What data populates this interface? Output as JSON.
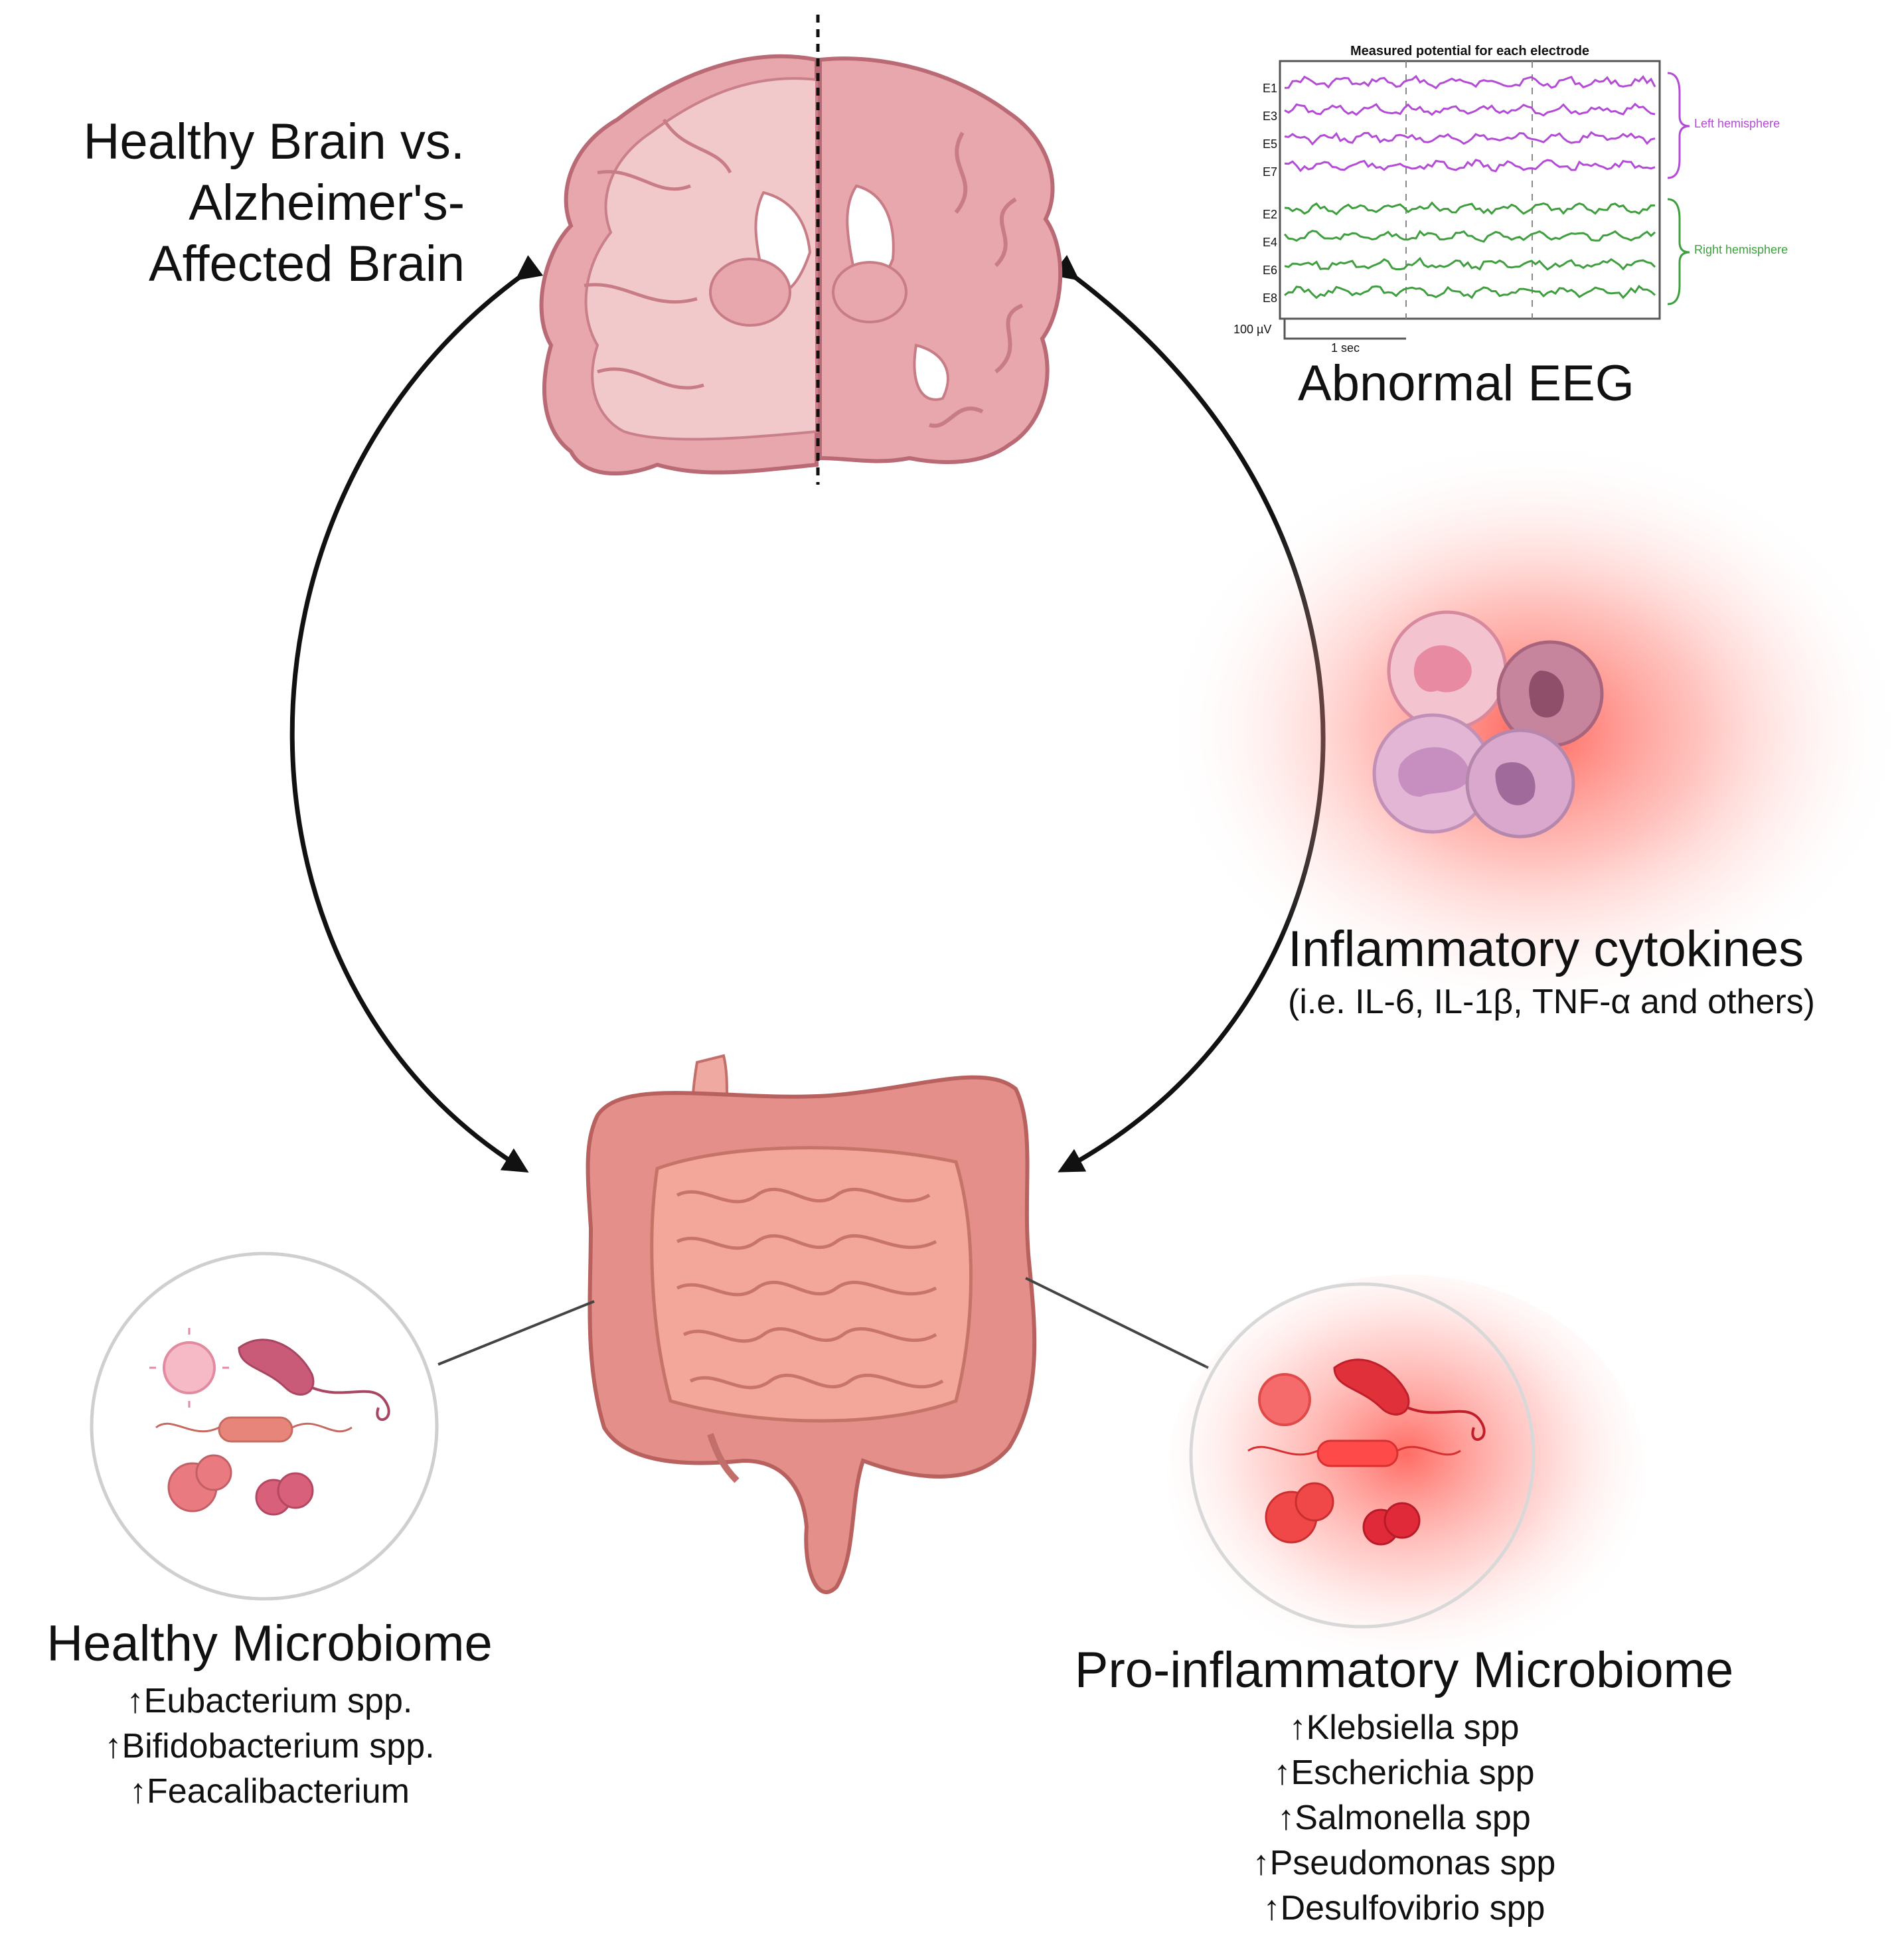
{
  "brain": {
    "title_lines": [
      "Healthy Brain vs.",
      "Alzheimer's-",
      "Affected Brain"
    ]
  },
  "eeg": {
    "chart_title": "Measured potential for each electrode",
    "label": "Abnormal EEG",
    "left_channels": [
      "E1",
      "E3",
      "E5",
      "E7"
    ],
    "right_channels": [
      "E2",
      "E4",
      "E6",
      "E8"
    ],
    "left_hemisphere_label": "Left hemisphere",
    "right_hemisphere_label": "Right hemisphere",
    "amplitude_scale": "100 µV",
    "time_scale": "1 sec",
    "colors": {
      "left": "#b44bd6",
      "right": "#3f9f3f"
    }
  },
  "cytokines": {
    "title": "Inflammatory cytokines",
    "subtitle": "(i.e. IL-6, IL-1β, TNF-α and others)"
  },
  "healthy_microbiome": {
    "title": "Healthy Microbiome",
    "taxa": [
      "Eubacterium spp.",
      "Bifidobacterium spp.",
      "Feacalibacterium"
    ],
    "arrow": "↑"
  },
  "proinflammatory_microbiome": {
    "title": "Pro-inflammatory Microbiome",
    "taxa": [
      "Klebsiella spp",
      "Escherichia spp",
      "Salmonella spp",
      "Pseudomonas spp",
      "Desulfovibrio spp"
    ],
    "arrow": "↑"
  },
  "colors": {
    "brain": "#e8a7ad",
    "gut": "#e98a84",
    "inflammation": "#ff5a4f",
    "arrows": "#111111"
  }
}
